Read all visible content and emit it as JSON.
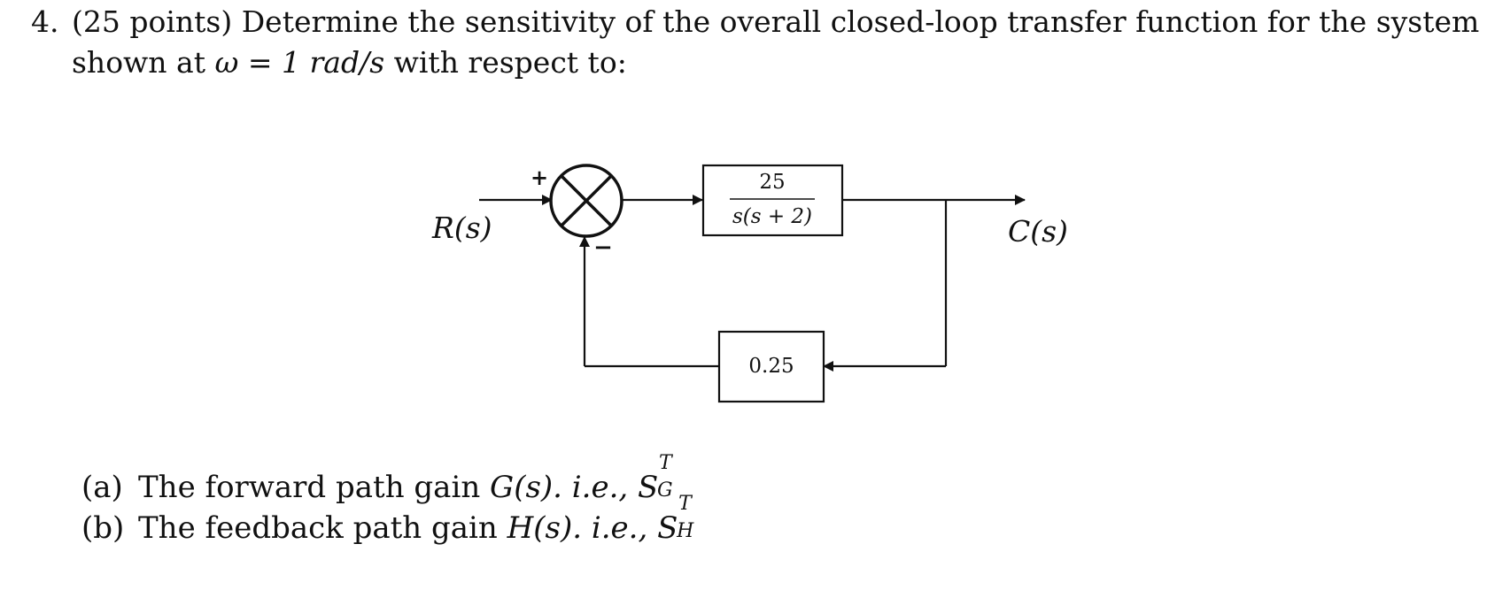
{
  "problem": {
    "number": "4.",
    "line1": "(25 points) Determine the sensitivity of the overall closed-loop transfer function for the system",
    "line2_pre": "shown at ",
    "omega_expr": "ω = 1 rad/s",
    "line2_post": " with respect to:"
  },
  "diagram": {
    "input_label": "R(s)",
    "output_label": "C(s)",
    "plus_sign": "+",
    "minus_sign": "−",
    "forward_block": {
      "numerator": "25",
      "denominator": "s(s + 2)"
    },
    "feedback_block": {
      "value": "0.25"
    }
  },
  "parts": [
    {
      "label": "(a)",
      "text": "The forward path gain ",
      "gain": "G(s)",
      "ie": ". i.e., ",
      "sens_base": "S",
      "sens_sup": "T",
      "sens_sub": "G"
    },
    {
      "label": "(b)",
      "text": "The feedback path gain ",
      "gain": "H(s)",
      "ie": ". i.e., ",
      "sens_base": "S",
      "sens_sup": "T",
      "sens_sub": "H"
    }
  ]
}
